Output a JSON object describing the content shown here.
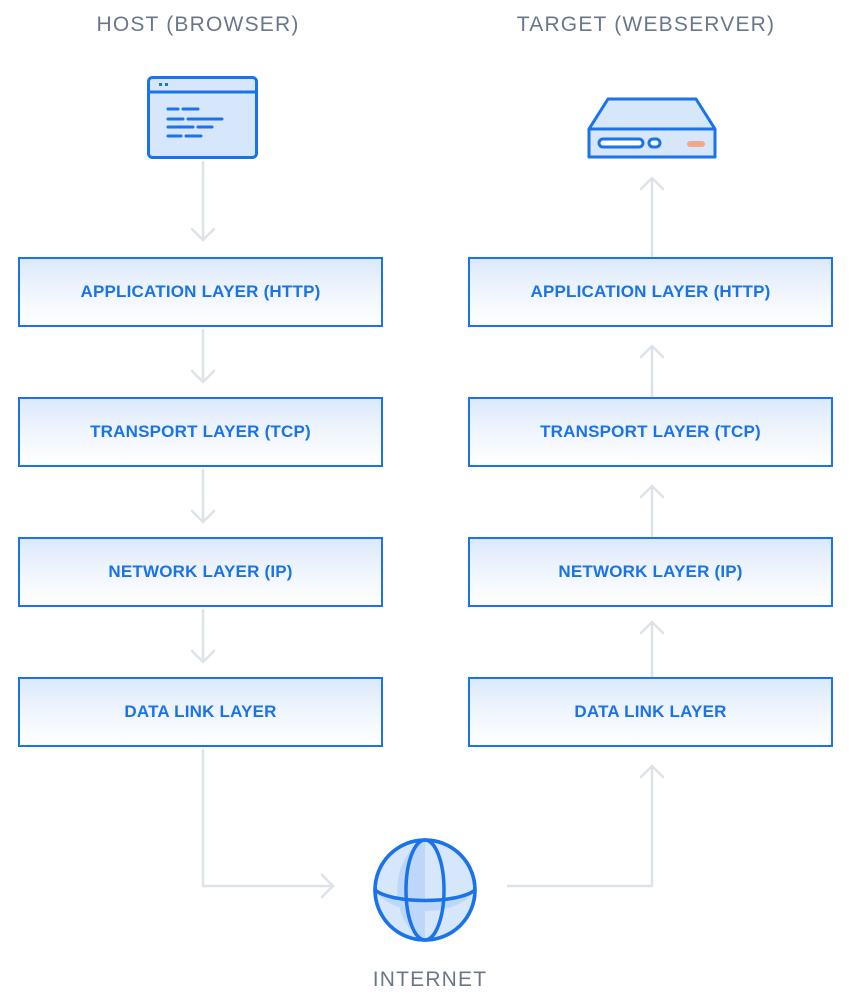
{
  "host": {
    "title": "HOST (BROWSER)",
    "layers": [
      "APPLICATION LAYER (HTTP)",
      "TRANSPORT LAYER (TCP)",
      "NETWORK LAYER (IP)",
      "DATA LINK LAYER"
    ]
  },
  "target": {
    "title": "TARGET (WEBSERVER)",
    "layers": [
      "APPLICATION LAYER (HTTP)",
      "TRANSPORT LAYER (TCP)",
      "NETWORK LAYER (IP)",
      "DATA LINK LAYER"
    ]
  },
  "internet": {
    "label": "INTERNET"
  },
  "icons": {
    "host": "browser-window-icon",
    "target": "server-icon",
    "network": "globe-icon"
  },
  "colors": {
    "accent": "#1a73e8",
    "connector": "#dde3ea",
    "title": "#6a778b",
    "server_led": "#f5a58a"
  }
}
